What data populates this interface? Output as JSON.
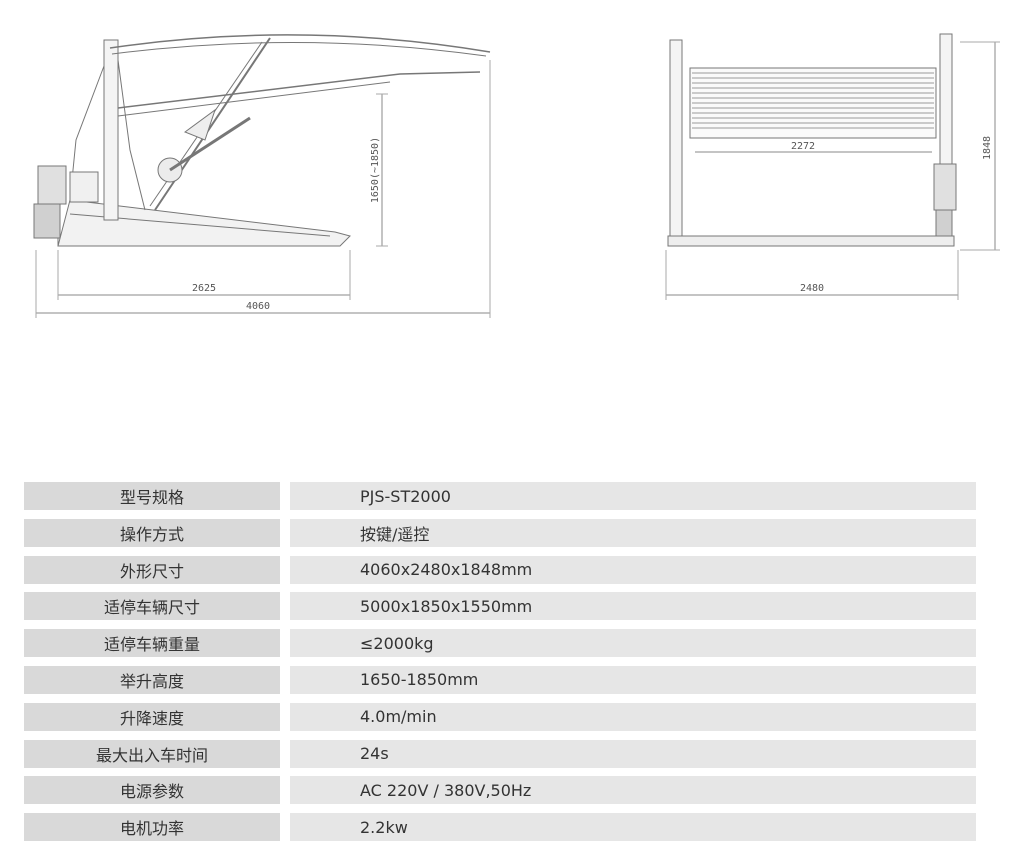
{
  "drawing": {
    "side_view": {
      "dim_length": "4060",
      "dim_base": "2625",
      "dim_height": "1650(~1850)"
    },
    "front_view": {
      "dim_width": "2480",
      "dim_platform": "2272",
      "dim_height": "1848"
    }
  },
  "specs": [
    {
      "label": "型号规格",
      "value": "PJS-ST2000"
    },
    {
      "label": "操作方式",
      "value": "按键/遥控"
    },
    {
      "label": "外形尺寸",
      "value": "4060x2480x1848mm"
    },
    {
      "label": "适停车辆尺寸",
      "value": "5000x1850x1550mm"
    },
    {
      "label": "适停车辆重量",
      "value": "≤2000kg"
    },
    {
      "label": "举升高度",
      "value": "1650-1850mm"
    },
    {
      "label": "升降速度",
      "value": "4.0m/min"
    },
    {
      "label": "最大出入车时间",
      "value": "24s"
    },
    {
      "label": "电源参数",
      "value": "AC 220V / 380V,50Hz"
    },
    {
      "label": "电机功率",
      "value": "2.2kw"
    }
  ]
}
